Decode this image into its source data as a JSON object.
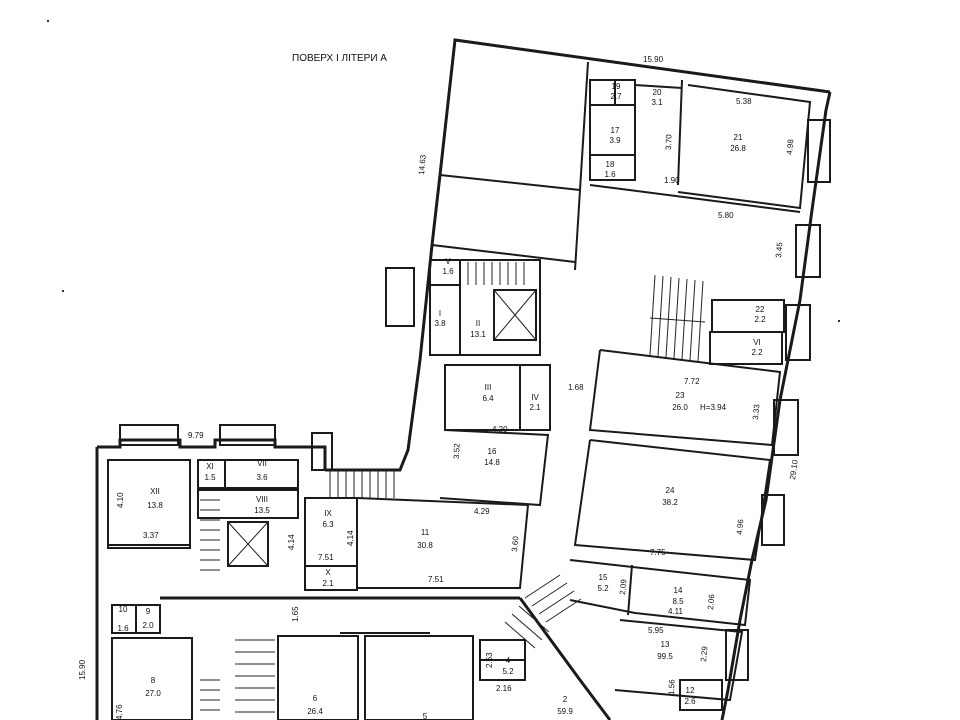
{
  "title": "ПОВЕРХ I ЛІТЕРИ А",
  "rooms": [
    {
      "id": "19",
      "num": "19",
      "area": "2.7"
    },
    {
      "id": "20",
      "num": "20",
      "area": "3.1"
    },
    {
      "id": "17",
      "num": "17",
      "area": "3.9"
    },
    {
      "id": "18",
      "num": "18",
      "area": "1.6"
    },
    {
      "id": "21",
      "num": "21",
      "area": "26.8"
    },
    {
      "id": "V",
      "num": "V",
      "area": "1.6"
    },
    {
      "id": "I",
      "num": "I",
      "area": "3.8"
    },
    {
      "id": "II",
      "num": "II",
      "area": "13.1"
    },
    {
      "id": "22",
      "num": "22",
      "area": "2.2"
    },
    {
      "id": "VI",
      "num": "VI",
      "area": "2.2"
    },
    {
      "id": "III",
      "num": "III",
      "area": "6.4"
    },
    {
      "id": "IV",
      "num": "IV",
      "area": "2.1"
    },
    {
      "id": "23",
      "num": "23",
      "area": "26.0"
    },
    {
      "id": "16",
      "num": "16",
      "area": "14.8"
    },
    {
      "id": "24",
      "num": "24",
      "area": "38.2"
    },
    {
      "id": "XI",
      "num": "XI",
      "area": "1.5"
    },
    {
      "id": "VII",
      "num": "VII",
      "area": "3.6"
    },
    {
      "id": "XII",
      "num": "XII",
      "area": "13.8"
    },
    {
      "id": "VIII",
      "num": "VIII",
      "area": "13.5"
    },
    {
      "id": "IX",
      "num": "IX",
      "area": "6.3"
    },
    {
      "id": "11",
      "num": "11",
      "area": "30.8"
    },
    {
      "id": "X",
      "num": "X",
      "area": "2.1"
    },
    {
      "id": "15",
      "num": "15",
      "area": "5.2"
    },
    {
      "id": "14",
      "num": "14",
      "area": "8.5"
    },
    {
      "id": "10",
      "num": "10",
      "area": "1.6"
    },
    {
      "id": "9",
      "num": "9",
      "area": "2.0"
    },
    {
      "id": "13",
      "num": "13",
      "area": "99.5"
    },
    {
      "id": "8",
      "num": "8",
      "area": "27.0"
    },
    {
      "id": "6",
      "num": "6",
      "area": "26.4"
    },
    {
      "id": "4",
      "num": "4",
      "area": "5.2"
    },
    {
      "id": "2",
      "num": "2",
      "area": "59.9"
    },
    {
      "id": "12",
      "num": "12",
      "area": "2.6"
    },
    {
      "id": "5",
      "num": "5",
      "area": ""
    }
  ],
  "dimensions": {
    "d1590_top": "15.90",
    "d1463": "14.63",
    "d538": "5.38",
    "d498": "4.98",
    "d370": "3.70",
    "d190": "1.90",
    "d580": "5.80",
    "d345": "3.45",
    "d168": "1.68",
    "d772": "7.72",
    "h394": "H=3.94",
    "d333": "3.33",
    "d2910": "29.10",
    "d420": "4.20",
    "d352": "3.52",
    "d979": "9.79",
    "d410": "4.10",
    "d337": "3.37",
    "d414a": "4.14",
    "d414b": "4.14",
    "d751a": "7.51",
    "d751b": "7.51",
    "d429": "4.29",
    "d360": "3.60",
    "d496": "4.96",
    "d775": "7.75",
    "d209": "2.09",
    "d206": "2.06",
    "d411": "4.11",
    "d595": "5.95",
    "d229": "2.29",
    "d165": "1.65",
    "d263": "2.63",
    "d216": "2.16",
    "d156": "1.56",
    "d1590_left": "15.90",
    "d476": "4.76"
  }
}
